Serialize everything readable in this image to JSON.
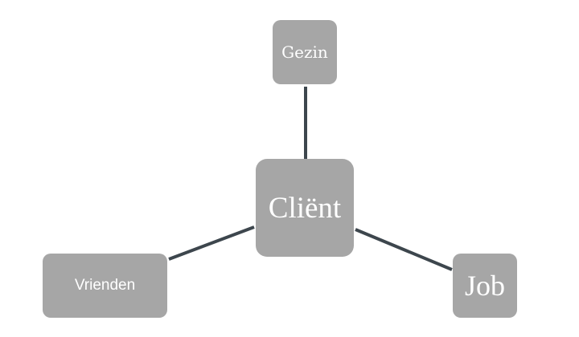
{
  "diagram": {
    "center": {
      "label": "Cliënt"
    },
    "nodes": [
      {
        "label": "Gezin"
      },
      {
        "label": "Vrienden"
      },
      {
        "label": "Job"
      }
    ],
    "colors": {
      "node_fill": "#a6a6a6",
      "node_text": "#ffffff",
      "connector": "#3d464d",
      "background": "#ffffff"
    }
  }
}
